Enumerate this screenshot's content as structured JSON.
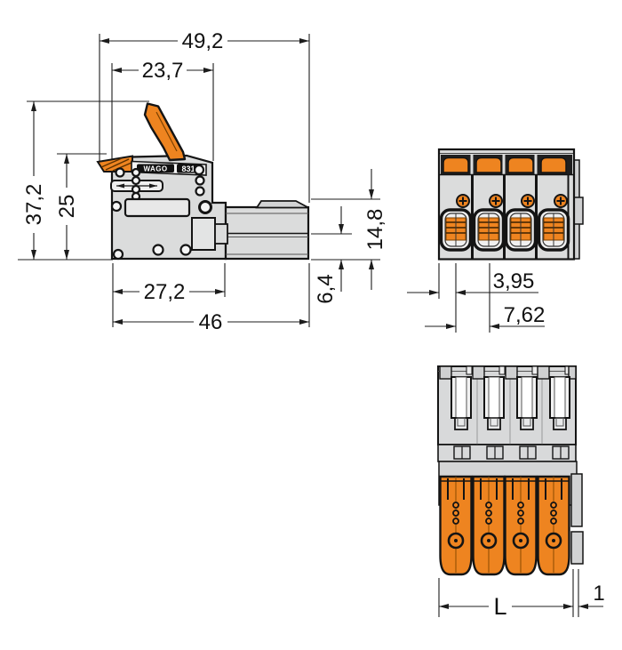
{
  "drawing": {
    "type": "technical-dimension-drawing",
    "product": "4-pole lever connector",
    "branding": {
      "logo": "WAGO",
      "series": "831"
    },
    "colors": {
      "accent_orange": "#ee8420",
      "housing_gray": "#dbdcdc",
      "line_black": "#141414",
      "background": "#ffffff"
    },
    "dimensions": {
      "total_width": "49,2",
      "lever_width": "23,7",
      "overall_height": "37,2",
      "housing_height": "25",
      "block_depth": "27,2",
      "housing_depth": "46",
      "plug_height": "14,8",
      "pin_height": "6,4",
      "edge_to_first_pole": "3,95",
      "pole_pitch": "7,62",
      "total_length": "L",
      "flange_offset": "1"
    }
  }
}
